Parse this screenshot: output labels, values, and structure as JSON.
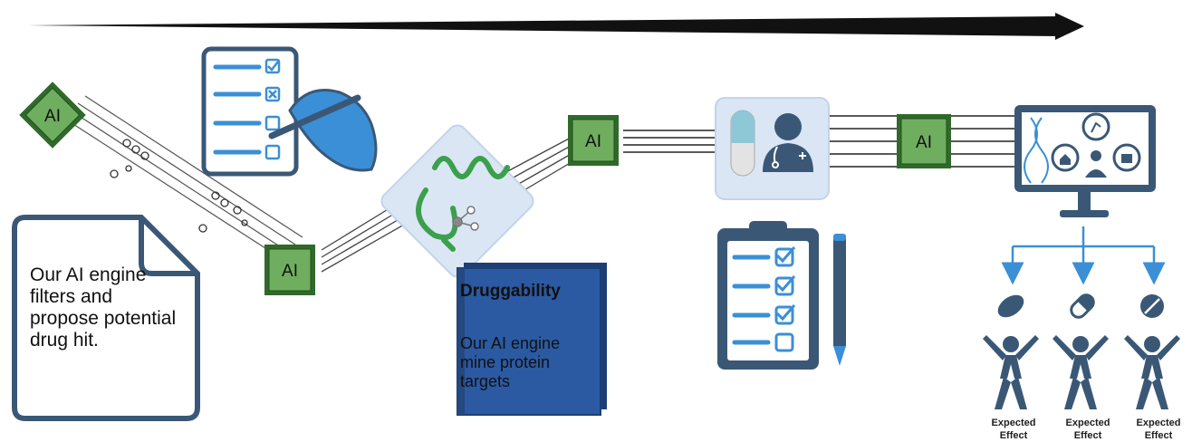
{
  "colors": {
    "chip": "#6fae5f",
    "chip_border": "#2f6a2a",
    "navy": "#3a5876",
    "blue": "#3b8fd6",
    "book": "#2b5aa3",
    "protein": "#3aa04c"
  },
  "chips": [
    {
      "name": "chip-ai-1",
      "label": "AI"
    },
    {
      "name": "chip-ai-2",
      "label": "AI"
    },
    {
      "name": "chip-ai-3",
      "label": "AI"
    },
    {
      "name": "chip-ai-4",
      "label": "AI"
    }
  ],
  "note": {
    "text": "Our AI engine filters and propose potential drug hit."
  },
  "book": {
    "title": "Druggability",
    "text": "Our AI engine mine protein targets"
  },
  "effects": [
    {
      "line1": "Expected",
      "line2": "Effect"
    },
    {
      "line1": "Expected",
      "line2": "Effect"
    },
    {
      "line1": "Expected",
      "line2": "Effect"
    }
  ],
  "icons": [
    "timeline-arrow-icon",
    "checklist-icon",
    "pen-hand-icon",
    "protein-structure-icon",
    "molecule-chain-icon",
    "pill-capsule-icon",
    "doctor-icon",
    "clipboard-icon",
    "pencil-icon",
    "monitor-icon",
    "dna-icon",
    "pill-icon",
    "person-icon"
  ]
}
